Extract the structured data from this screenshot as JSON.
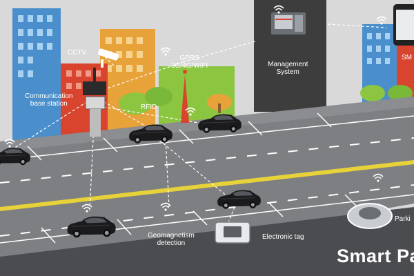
{
  "labels": {
    "cctv": "CCTV",
    "gprs_line1": "GPRS",
    "gprs_line2": "3G/4G/WIFI",
    "management_line1": "Management",
    "management_line2": "System",
    "sms": "SM",
    "comm_line1": "Communication",
    "comm_line2": "base station",
    "rfid": "RFID",
    "geo_line1": "Geomagnetism",
    "geo_line2": "detection",
    "etag": "Electronic tag",
    "parking": "Parki",
    "title": "Smart Pa"
  },
  "colors": {
    "sky": "#d9d9d9",
    "road": "#7d7f82",
    "road_dark": "#4b4c4f",
    "center_line": "#e7d23a",
    "building_blue": "#4a8fcb",
    "building_orange": "#e7a23a",
    "building_red": "#d9442e",
    "tree_green": "#8cc641",
    "management_box": "#3d3d3d",
    "car": "#1b1b1d"
  },
  "icons": [
    "wifi-icon",
    "cctv-camera-icon",
    "antenna-tower-icon",
    "server-icon",
    "smartphone-icon",
    "car-icon",
    "parking-sensor-icon",
    "electronic-tag-icon"
  ]
}
